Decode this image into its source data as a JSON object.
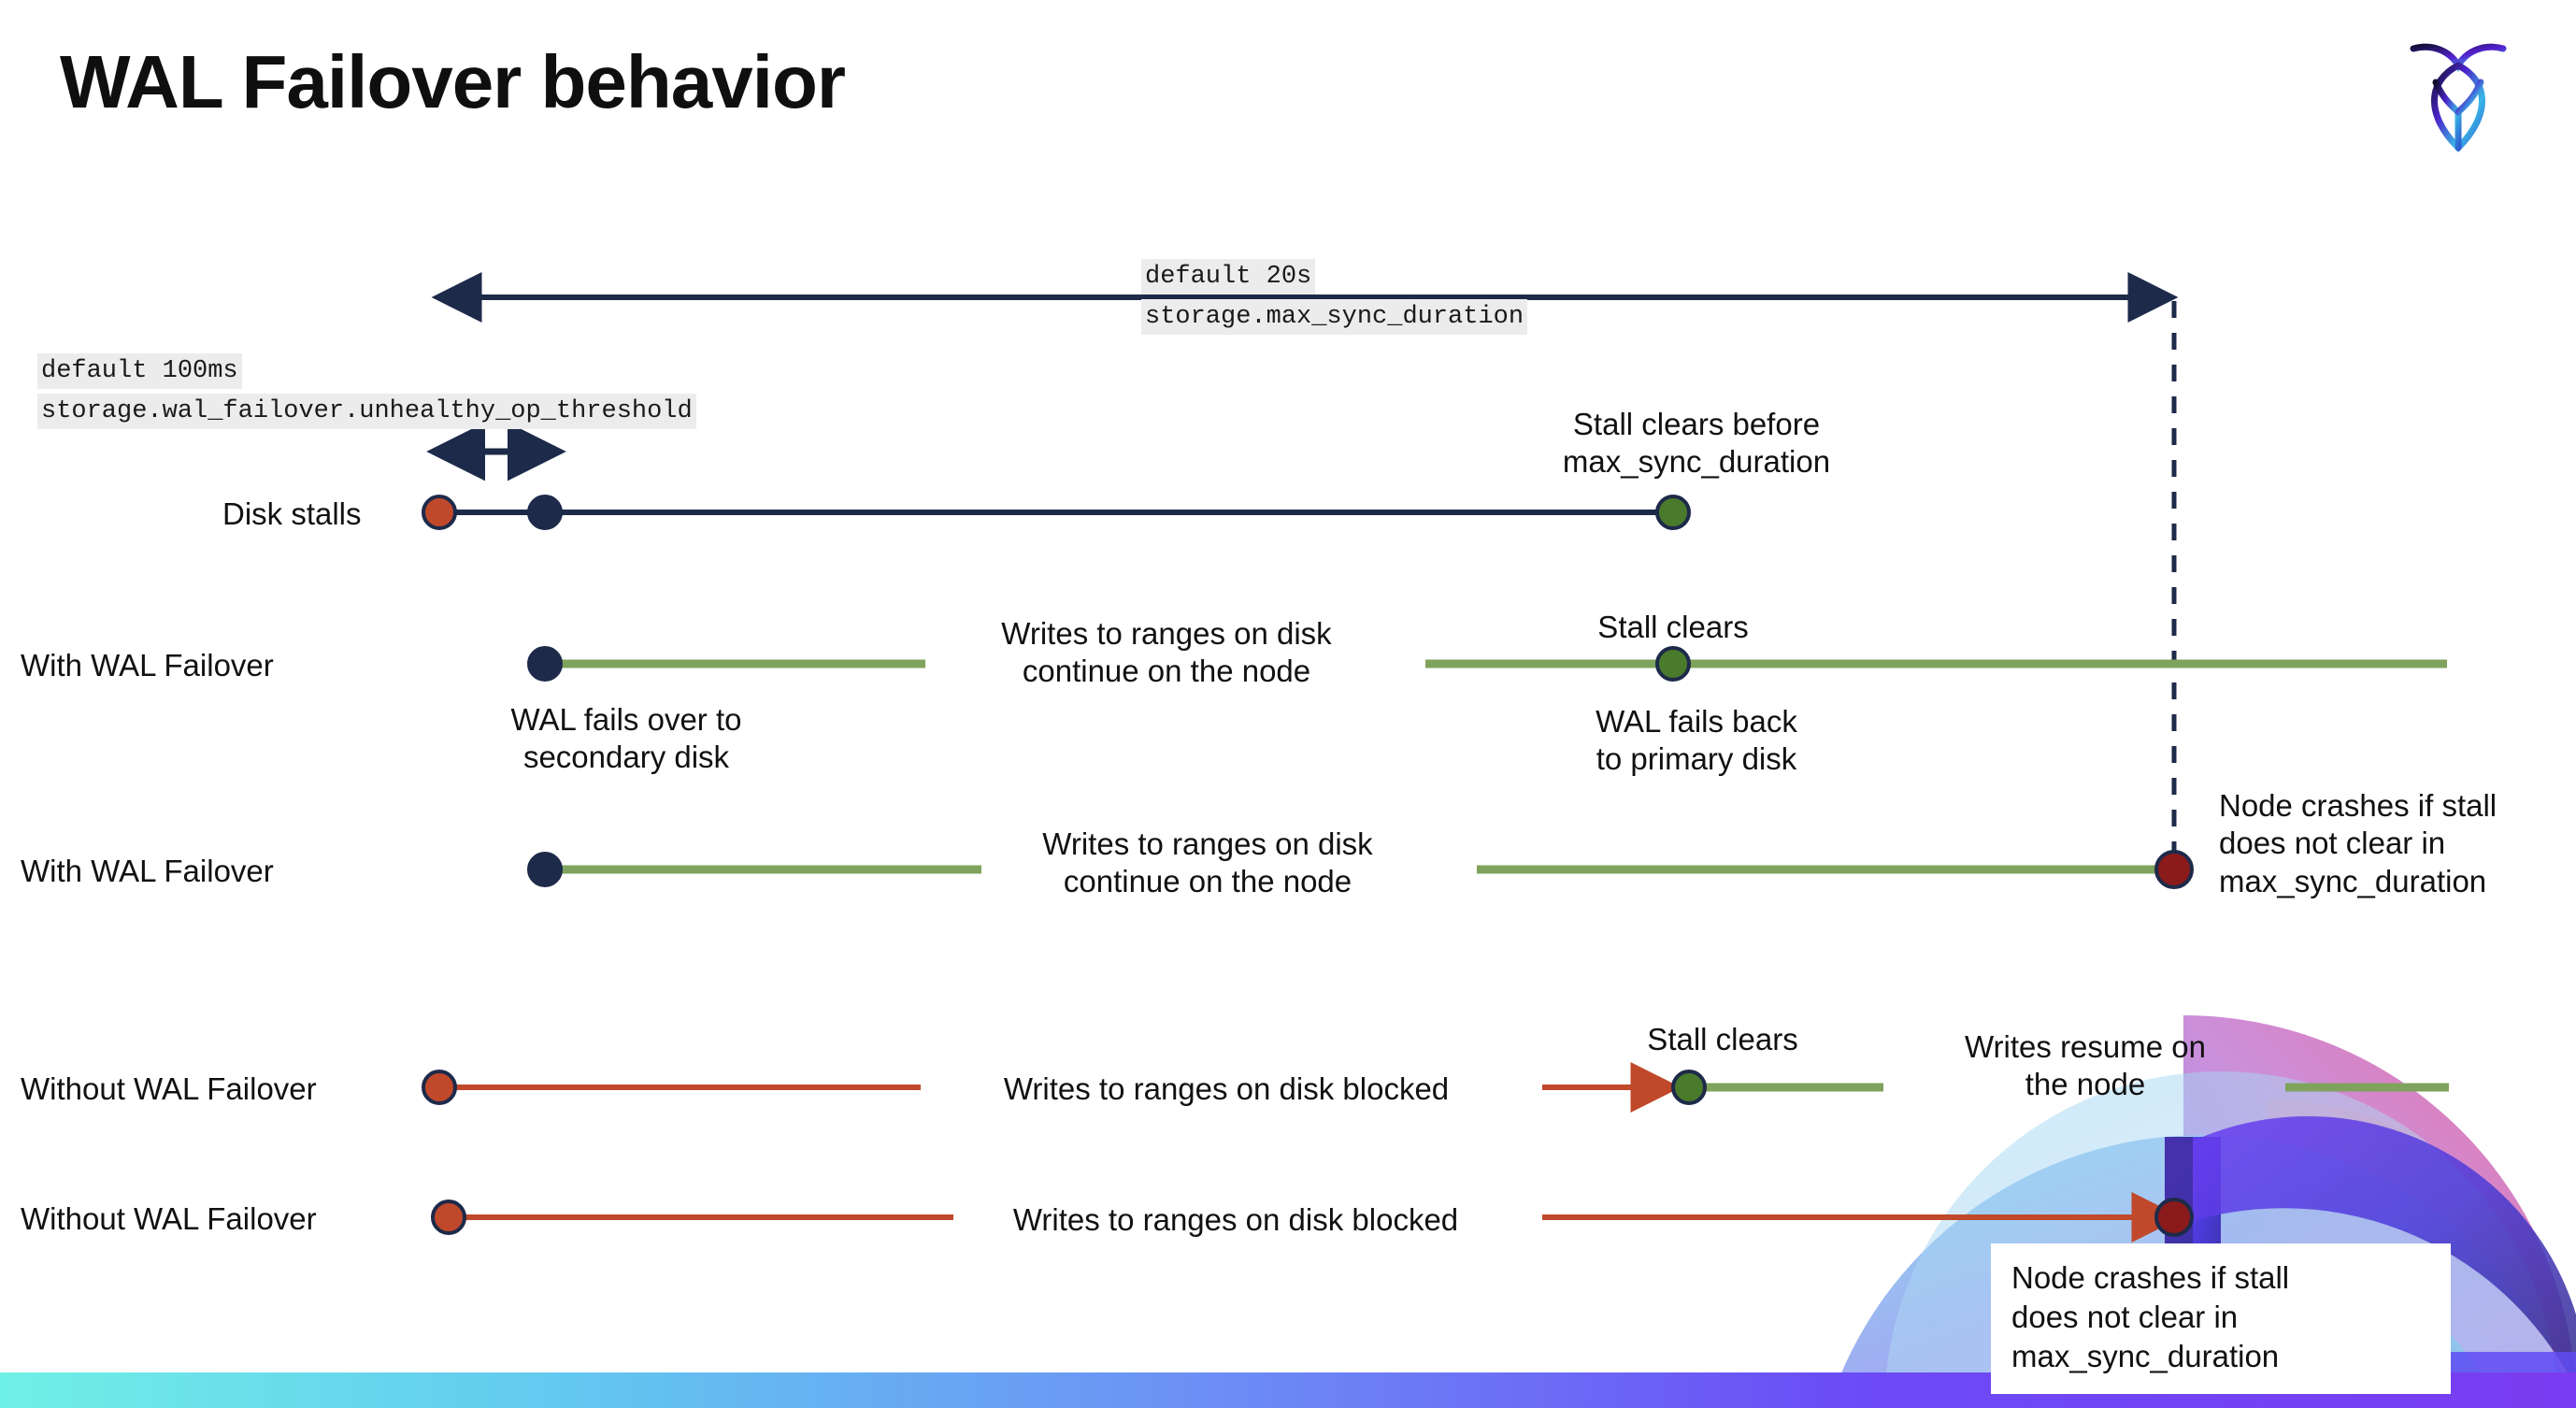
{
  "slide": {
    "title": "WAL Failover behavior",
    "logo_name": "cockroachdb-logo"
  },
  "annotations": {
    "max_sync_default": "default 20s",
    "max_sync_setting": "storage.max_sync_duration",
    "unhealthy_default": "default 100ms",
    "unhealthy_setting": "storage.wal_failover.unhealthy_op_threshold"
  },
  "rows": [
    {
      "id": "disk-stalls",
      "label": "Disk stalls",
      "note_above": "Stall clears before\nmax_sync_duration"
    },
    {
      "id": "with-wal-failover-1",
      "label": "With WAL Failover",
      "note_mid": "Writes to ranges on disk\ncontinue on the node",
      "note_start_below": "WAL fails over to\nsecondary disk",
      "note_clear_above": "Stall clears",
      "note_clear_below": "WAL fails  back\nto primary disk"
    },
    {
      "id": "with-wal-failover-2",
      "label": "With WAL Failover",
      "note_mid": "Writes to ranges on disk\ncontinue on the node",
      "note_crash": "Node crashes if stall\ndoes not clear in\nmax_sync_duration"
    },
    {
      "id": "without-wal-failover-1",
      "label": "Without WAL Failover",
      "note_mid": "Writes to ranges on disk  blocked",
      "note_clear_above": "Stall clears",
      "note_resume": "Writes resume on\nthe node"
    },
    {
      "id": "without-wal-failover-2",
      "label": "Without WAL Failover",
      "note_mid": "Writes to ranges on disk  blocked",
      "note_crash": "Node crashes if stall\ndoes not clear in\nmax_sync_duration"
    }
  ],
  "colors": {
    "navy": "#1E2A4A",
    "orange": "#C0492B",
    "green_dot": "#4A7A2B",
    "green_line": "#7FA35C",
    "dark_red": "#8B1A1A",
    "code_bg": "#ececec",
    "gradient_start": "#6FF0E6",
    "gradient_end": "#7A3CF0"
  }
}
